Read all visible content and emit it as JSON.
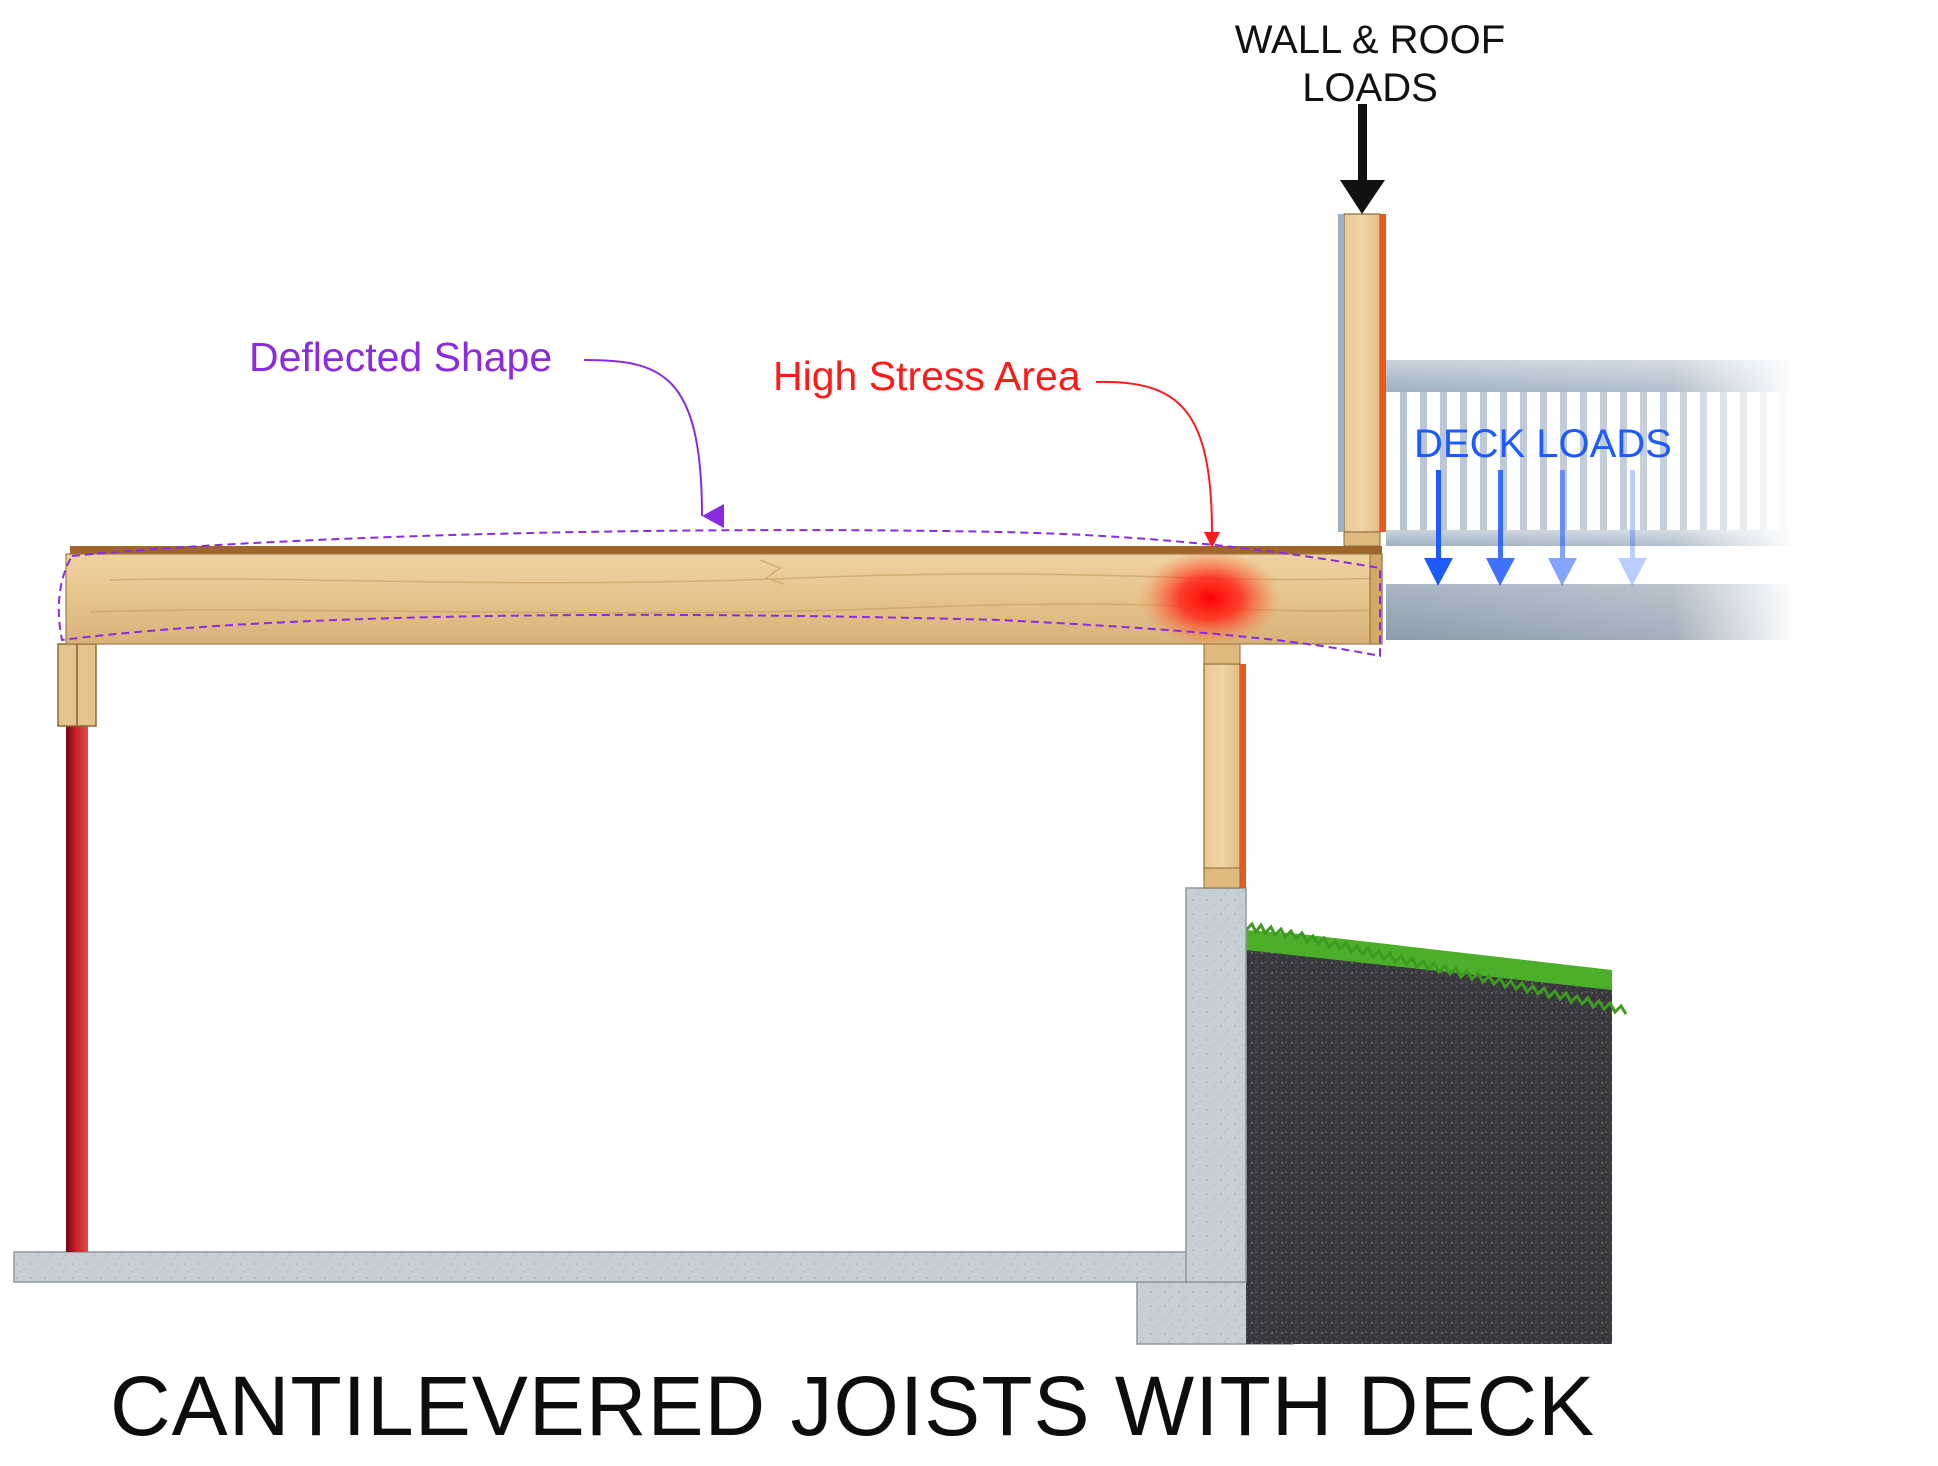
{
  "labels": {
    "wall_roof_line1": "WALL & ROOF",
    "wall_roof_line2": "LOADS",
    "deflected_shape": "Deflected Shape",
    "high_stress": "High Stress Area",
    "deck_loads": "DECK LOADS"
  },
  "title": "CANTILEVERED JOISTS WITH DECK",
  "colors": {
    "deflected": "#8a2be2",
    "stress": "#ff1a1a",
    "deck_loads": "#1e5bff",
    "wood": "#e3c08a",
    "concrete": "#c4cdd2",
    "soil": "#3b3b3f",
    "grass": "#4caf2a",
    "post": "#a3151c"
  }
}
